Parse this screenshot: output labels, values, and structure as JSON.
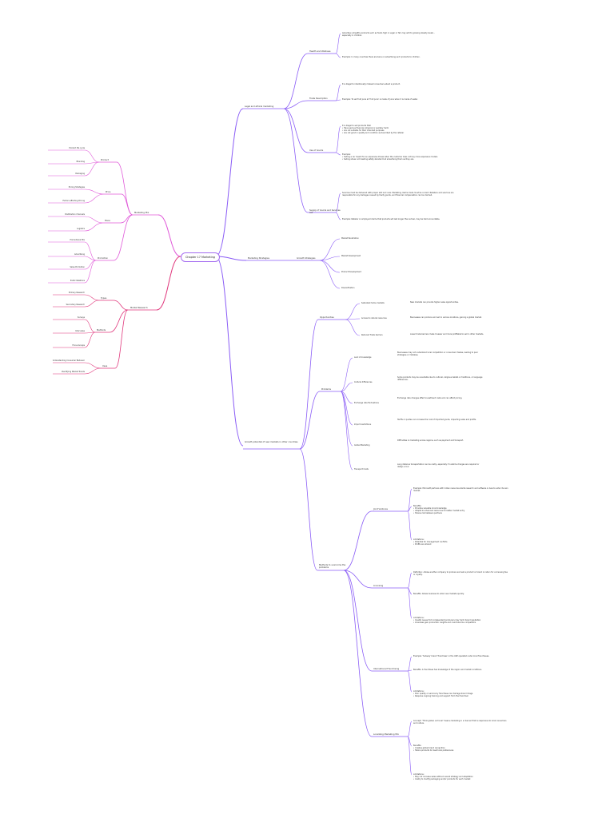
{
  "colors": {
    "branch_right": "#8a5cf6",
    "branch_left": "#e05ad9",
    "branch_bottom_left": "#e0377c",
    "root_border": "#a46cf0"
  },
  "root": "Chapter 17 Marketing",
  "left": {
    "marketing_mix": "Marketing Mix",
    "product": "Product",
    "product_items": [
      "Product life cycle",
      "Branding",
      "Packaging"
    ],
    "price": "Price",
    "price_items": [
      "Pricing Strategies",
      "Factors affecting Pricing"
    ],
    "place": "Place",
    "place_items": [
      "Distribution Channels",
      "Logistics"
    ],
    "promotion": "Promotion",
    "promotion_items": [
      "Promotional Mix",
      "Advertising",
      "Sales Promotion",
      "Public Relations"
    ],
    "market_research": "Market Research",
    "types": "Types",
    "types_items": [
      "Primary Research",
      "Secondary Research"
    ],
    "methods": "Methods",
    "methods_items": [
      "Surveys",
      "Interviews",
      "Focus Groups"
    ],
    "uses": "Uses",
    "uses_items": [
      "Understanding Consumer Behavior",
      "Identifying Market Trends"
    ]
  },
  "right": {
    "legal": "Legal and ethical marketing",
    "health": "Health and Wellness",
    "health_notes": [
      "Advertise unhealthy products such as foods high in sugar or fat, may add to growing obesity levels - especially in children.",
      "Example: In many countries there are bans on advertising such products to children."
    ],
    "trade": "Trade Description",
    "trade_notes": [
      "It is illegal to intentionally mislead consumers about a product.",
      "Example: To sell fruit juice at 'fruit juice' is made of juice when it is made of water."
    ],
    "use_goods": "Use of Goods",
    "use_goods_notes": [
      "It is illegal to sell products that:\n• Have serious financial, physical or sanitary harm\n• Are not suitable for their intended purposes\n• Are not good in quality and condition as described by the retailer",
      "Example:\n• Selling a car meant for an expensive illness when the customer does not buy more expensive models.\n• Selling shoes not meeting safety standard but advertising them as they are."
    ],
    "supply": "Supply of Goods and Services Act",
    "supply_notes": [
      "Services must be delivered with proper skill and care. Marketing claims made must be correct. Retailers and services are responsible for any damages caused by faulty goods, and financial compensation can be claimed.",
      "Example: Retailer or employed claims that products will last longer than actual, may be held accountable."
    ],
    "changes": "Marketing Strategies",
    "growth": "Growth Strategies",
    "growth_items": [
      "Market Penetration",
      "Market Development",
      "Product Development",
      "Diversification"
    ],
    "global": "Growth potential of new markets in other countries",
    "opportunities": "Opportunities",
    "opp_items": [
      [
        "Saturated home markets",
        "New markets can provide higher sales opportunities."
      ],
      [
        "Access to natural resources",
        "Businesses can produce and sell in various locations, gaining a global market."
      ],
      [
        "Reduced Trade barriers",
        "Lower trade barriers make it easier and more profitable to sell in other markets."
      ]
    ],
    "problems": "Problems",
    "prob_items": [
      [
        "Lack of knowledge",
        "Businesses may not understand local competition or consumers' tastes, leading to poor strategies or mistakes."
      ],
      [
        "Cultural differences",
        "Some products may be unsuitable due to cultural, religious beliefs or traditions, or language differences."
      ],
      [
        "Exchange rate fluctuations",
        "Exchange rate changes affect investment costs and can affect pricing."
      ],
      [
        "Import restrictions",
        "Tariffs or quotas can increase the cost of imported goods, impacting sales and profits."
      ],
      [
        "Global Marketing",
        "Difficulties in marketing across regions, such as payment and transport."
      ],
      [
        "Transport Costs",
        "Long distance transportation can be costly, especially if customs charges are required or delays occur."
      ]
    ],
    "methods_entry": "Methods to overcome the problems",
    "joint": "Joint Ventures",
    "joint_notes": [
      "Example: Microsoft partners with Indian resources starts research and software in Asia to enter its own market.",
      "Benefits:\n• Provides valuable local knowledge\n• Adapts to advanced resources for better market entry\n• Shares risk between partners",
      "Limitations:\n• Potential for management conflicts\n• Profits are shared"
    ],
    "licensing": "Licensing",
    "licensing_notes": [
      "Definition: Allows another company to produce and sell a product or brand in return for a licensing fee or royalty.",
      "Benefits: Allows business to enter new markets quickly.",
      "Limitations:\n• Quality issues from independent producers may harm brand reputation\n• Licensees gain production insights and could become competitors"
    ],
    "franchising": "International Franchising",
    "franchising_notes": [
      "Example: 'Subway' brand 'franchises' in the UAE operated under local franchisees.",
      "Benefits: A franchisee has knowledge of the region and market conditions.",
      "Limitations:\n• Poor quality or service by franchisee can damage brand image\n• Requires ongoing training and support from the franchisor"
    ],
    "localizing": "Localizing Marketing Mix",
    "localizing_notes": [
      "Concept: 'Think global, act local' means marketing in a manner that is responsive to local consumers and culture.",
      "Benefits:\n• Creates global brand recognition\n• Tailors products to meet local preferences",
      "Limitations:\n• May not increase sales without overall strategy and adaptation\n• Costly to modify packaging and/or products for each market"
    ]
  }
}
